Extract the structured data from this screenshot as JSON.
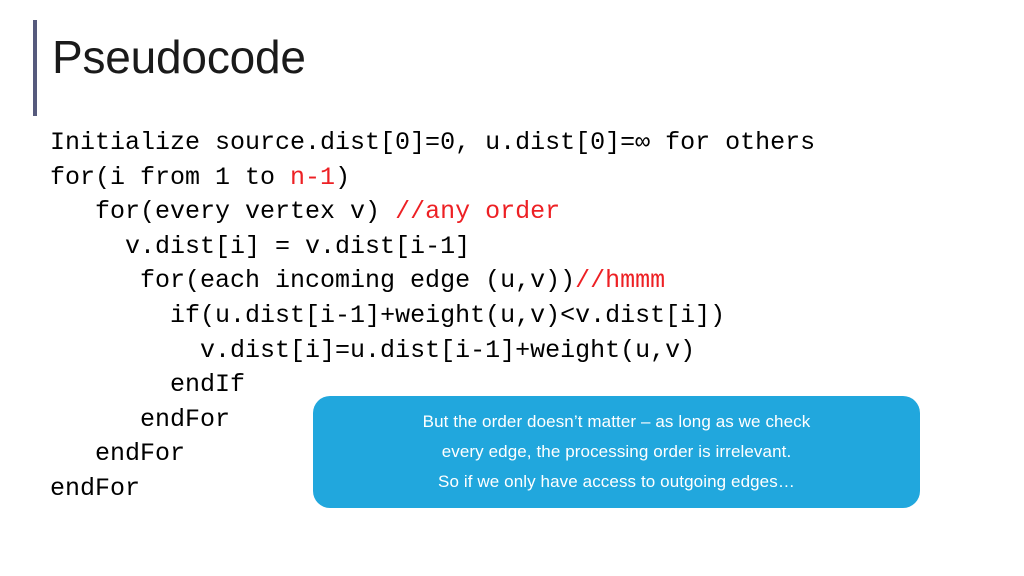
{
  "slide": {
    "title": "Pseudocode",
    "accent_bar_color": "#565a7d",
    "background_color": "#ffffff"
  },
  "code": {
    "comment_color": "#ed2024",
    "text_color": "#000000",
    "lines": [
      {
        "indent": "",
        "code": "Initialize source.dist[0]=0, u.dist[0]=∞ for others",
        "comment": ""
      },
      {
        "indent": "",
        "code": "for(i from 1 to ",
        "comment": "n-1",
        "tail": ")"
      },
      {
        "indent": "   ",
        "code": "for(every vertex v) ",
        "comment": "//any order"
      },
      {
        "indent": "     ",
        "code": "v.dist[i] = v.dist[i-1]",
        "comment": ""
      },
      {
        "indent": "      ",
        "code": "for(each incoming edge (u,v))",
        "comment": "//hmmm"
      },
      {
        "indent": "        ",
        "code": "if(u.dist[i-1]+weight(u,v)<v.dist[i])",
        "comment": ""
      },
      {
        "indent": "          ",
        "code": "v.dist[i]=u.dist[i-1]+weight(u,v)",
        "comment": ""
      },
      {
        "indent": "        ",
        "code": "endIf",
        "comment": ""
      },
      {
        "indent": "      ",
        "code": "endFor",
        "comment": ""
      },
      {
        "indent": "   ",
        "code": "endFor",
        "comment": ""
      },
      {
        "indent": "",
        "code": "endFor",
        "comment": ""
      }
    ]
  },
  "callout": {
    "background_color": "#21a7dd",
    "text_color": "#ffffff",
    "lines": [
      "But the order doesn’t matter – as long as we check",
      "every edge, the processing order is irrelevant.",
      "So if we only have access to outgoing edges…"
    ]
  }
}
